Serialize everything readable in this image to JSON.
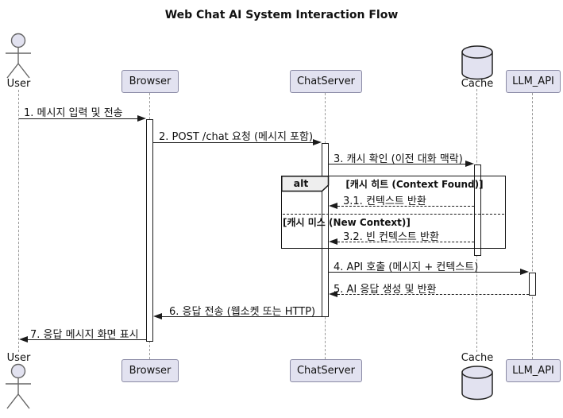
{
  "title": "Web Chat AI System Interaction Flow",
  "participants": [
    {
      "id": "user",
      "label": "User",
      "type": "actor"
    },
    {
      "id": "browser",
      "label": "Browser",
      "type": "participant"
    },
    {
      "id": "chatserver",
      "label": "ChatServer",
      "type": "participant"
    },
    {
      "id": "cache",
      "label": "Cache",
      "type": "database"
    },
    {
      "id": "llm_api",
      "label": "LLM_API",
      "type": "participant"
    }
  ],
  "fragment": {
    "operator": "alt",
    "conditions": [
      "[캐시 히트 (Context Found)]",
      "[캐시 미스 (New Context)]"
    ]
  },
  "messages": [
    {
      "label": "1. 메시지 입력 및 전송",
      "from": "User",
      "to": "Browser",
      "line": "solid"
    },
    {
      "label": "2. POST /chat 요청 (메시지 포함)",
      "from": "Browser",
      "to": "ChatServer",
      "line": "solid"
    },
    {
      "label": "3. 캐시 확인 (이전 대화 맥락)",
      "from": "ChatServer",
      "to": "Cache",
      "line": "solid"
    },
    {
      "label": "3.1. 컨텍스트 반환",
      "from": "Cache",
      "to": "ChatServer",
      "line": "dashed"
    },
    {
      "label": "3.2. 빈 컨텍스트 반환",
      "from": "Cache",
      "to": "ChatServer",
      "line": "dashed"
    },
    {
      "label": "4. API 호출 (메시지 + 컨텍스트)",
      "from": "ChatServer",
      "to": "LLM_API",
      "line": "solid"
    },
    {
      "label": "5. AI 응답 생성 및 반환",
      "from": "LLM_API",
      "to": "ChatServer",
      "line": "dashed"
    },
    {
      "label": "6. 응답 전송 (웹소켓 또는 HTTP)",
      "from": "ChatServer",
      "to": "Browser",
      "line": "solid"
    },
    {
      "label": "7. 응답 메시지 화면 표시",
      "from": "Browser",
      "to": "User",
      "line": "solid"
    }
  ],
  "colors": {
    "participant_fill": "#E2E2F0",
    "participant_border": "#8a8aa5",
    "line": "#1b1b1b",
    "lifeline": "#9a9a9a",
    "fragment_header_fill": "#eeeeee"
  }
}
